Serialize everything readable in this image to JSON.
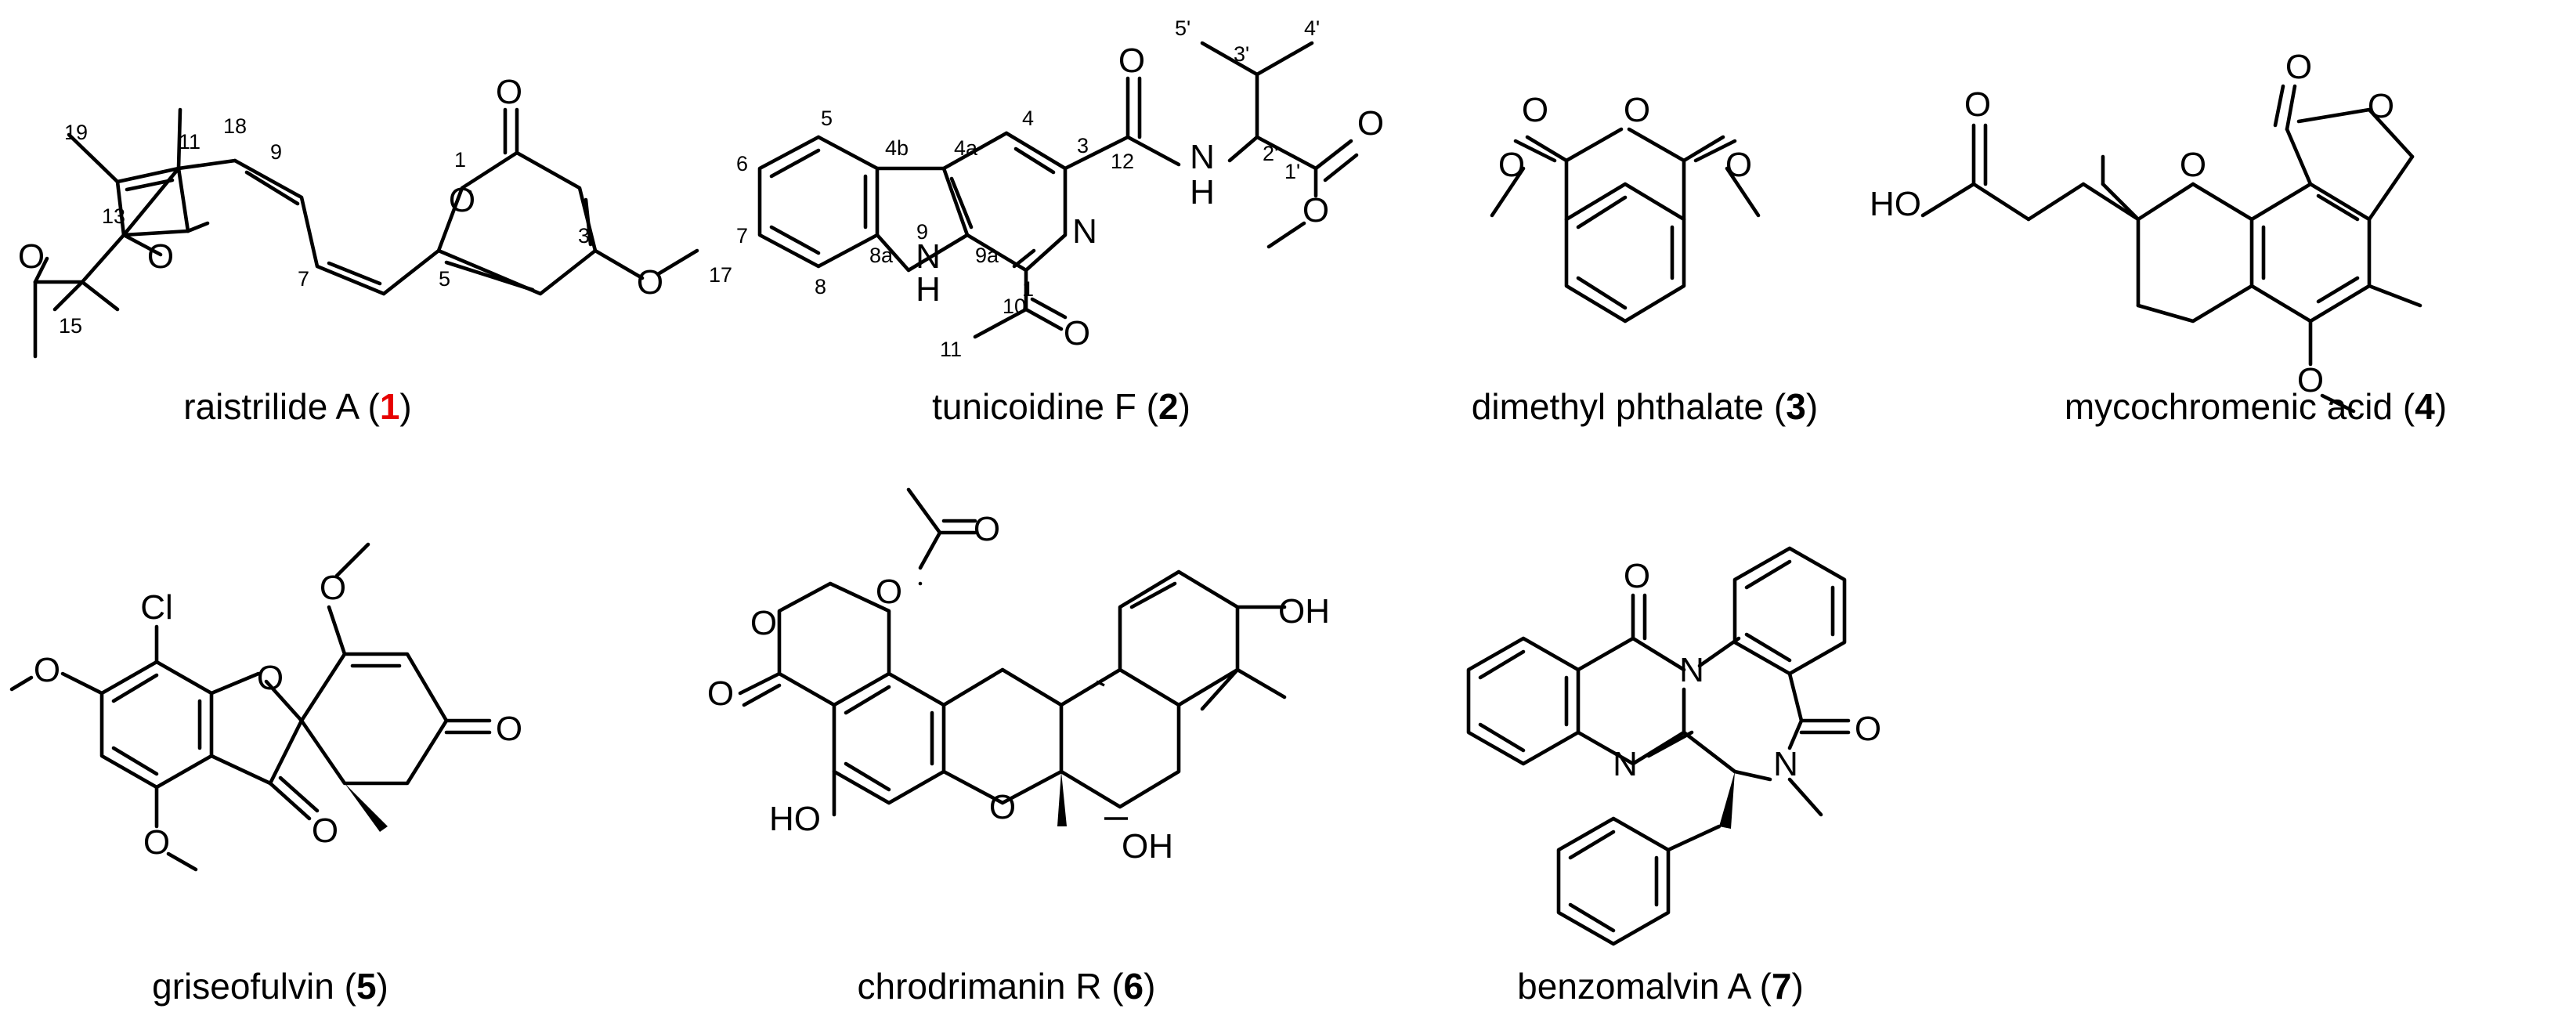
{
  "highlight_color": "#e60000",
  "molecules": [
    {
      "name": "raistrilide A",
      "number": "1",
      "highlight": true,
      "atoms": [
        "O",
        "O",
        "O",
        "O",
        "O"
      ],
      "labels": [
        "19",
        "11",
        "18",
        "9",
        "13",
        "15",
        "7",
        "5",
        "1",
        "3",
        "17"
      ]
    },
    {
      "name": "tunicoidine F",
      "number": "2",
      "atoms": [
        "O",
        "N",
        "H",
        "N",
        "N",
        "H",
        "O",
        "O",
        "O"
      ],
      "labels": [
        "5",
        "4b",
        "4a",
        "4",
        "3",
        "12",
        "6",
        "7",
        "8",
        "8a",
        "9",
        "9a",
        "1",
        "10",
        "11",
        "5'",
        "3'",
        "4'",
        "2'",
        "1'"
      ]
    },
    {
      "name": "dimethyl phthalate",
      "number": "3",
      "atoms": [
        "O",
        "O",
        "O",
        "O"
      ]
    },
    {
      "name": "mycochromenic acid",
      "number": "4",
      "atoms": [
        "O",
        "O",
        "HO",
        "O",
        "O",
        "O"
      ]
    },
    {
      "name": "griseofulvin",
      "number": "5",
      "atoms": [
        "Cl",
        "O",
        "O",
        "O",
        "O",
        "O",
        "O"
      ]
    },
    {
      "name": "chrodrimanin R",
      "number": "6",
      "atoms": [
        "O",
        "O",
        "O",
        "OH",
        "O",
        "HO",
        "O",
        "OH"
      ]
    },
    {
      "name": "benzomalvin A",
      "number": "7",
      "atoms": [
        "O",
        "N",
        "O",
        "N",
        "N"
      ]
    }
  ]
}
